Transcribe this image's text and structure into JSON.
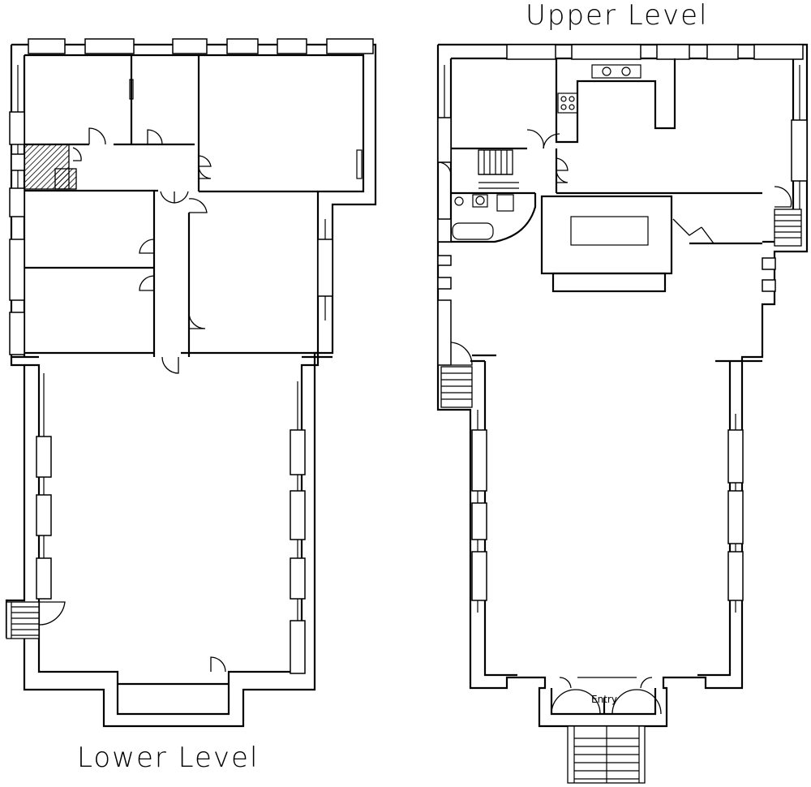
{
  "plans": {
    "upper_title": "Upper Level",
    "lower_title": "Lower Level",
    "entry_label": "Entry"
  }
}
